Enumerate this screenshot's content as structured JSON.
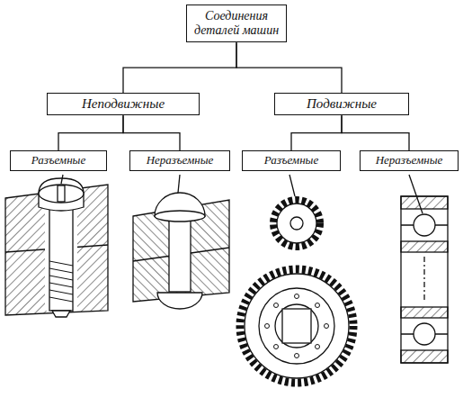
{
  "diagram": {
    "nodes": [
      {
        "text": [
          "Соединения деталей машин"
        ]
      },
      {
        "text": [
          "Неподвижные"
        ]
      },
      {
        "text": [
          "Подвижные"
        ]
      },
      {
        "text": [
          "Разъемные"
        ]
      },
      {
        "text": [
          "Неразъемные"
        ]
      },
      {
        "text": [
          "Разъемные"
        ]
      },
      {
        "text": [
          "Неразъемные"
        ]
      }
    ],
    "edges": [
      {
        "from": 0,
        "to": 1,
        "arrow": "none"
      },
      {
        "from": 0,
        "to": 2,
        "arrow": "none"
      },
      {
        "from": 1,
        "to": 3,
        "arrow": "none"
      },
      {
        "from": 1,
        "to": 4,
        "arrow": "none"
      },
      {
        "from": 2,
        "to": 5,
        "arrow": "none"
      },
      {
        "from": 2,
        "to": 6,
        "arrow": "none"
      }
    ]
  }
}
